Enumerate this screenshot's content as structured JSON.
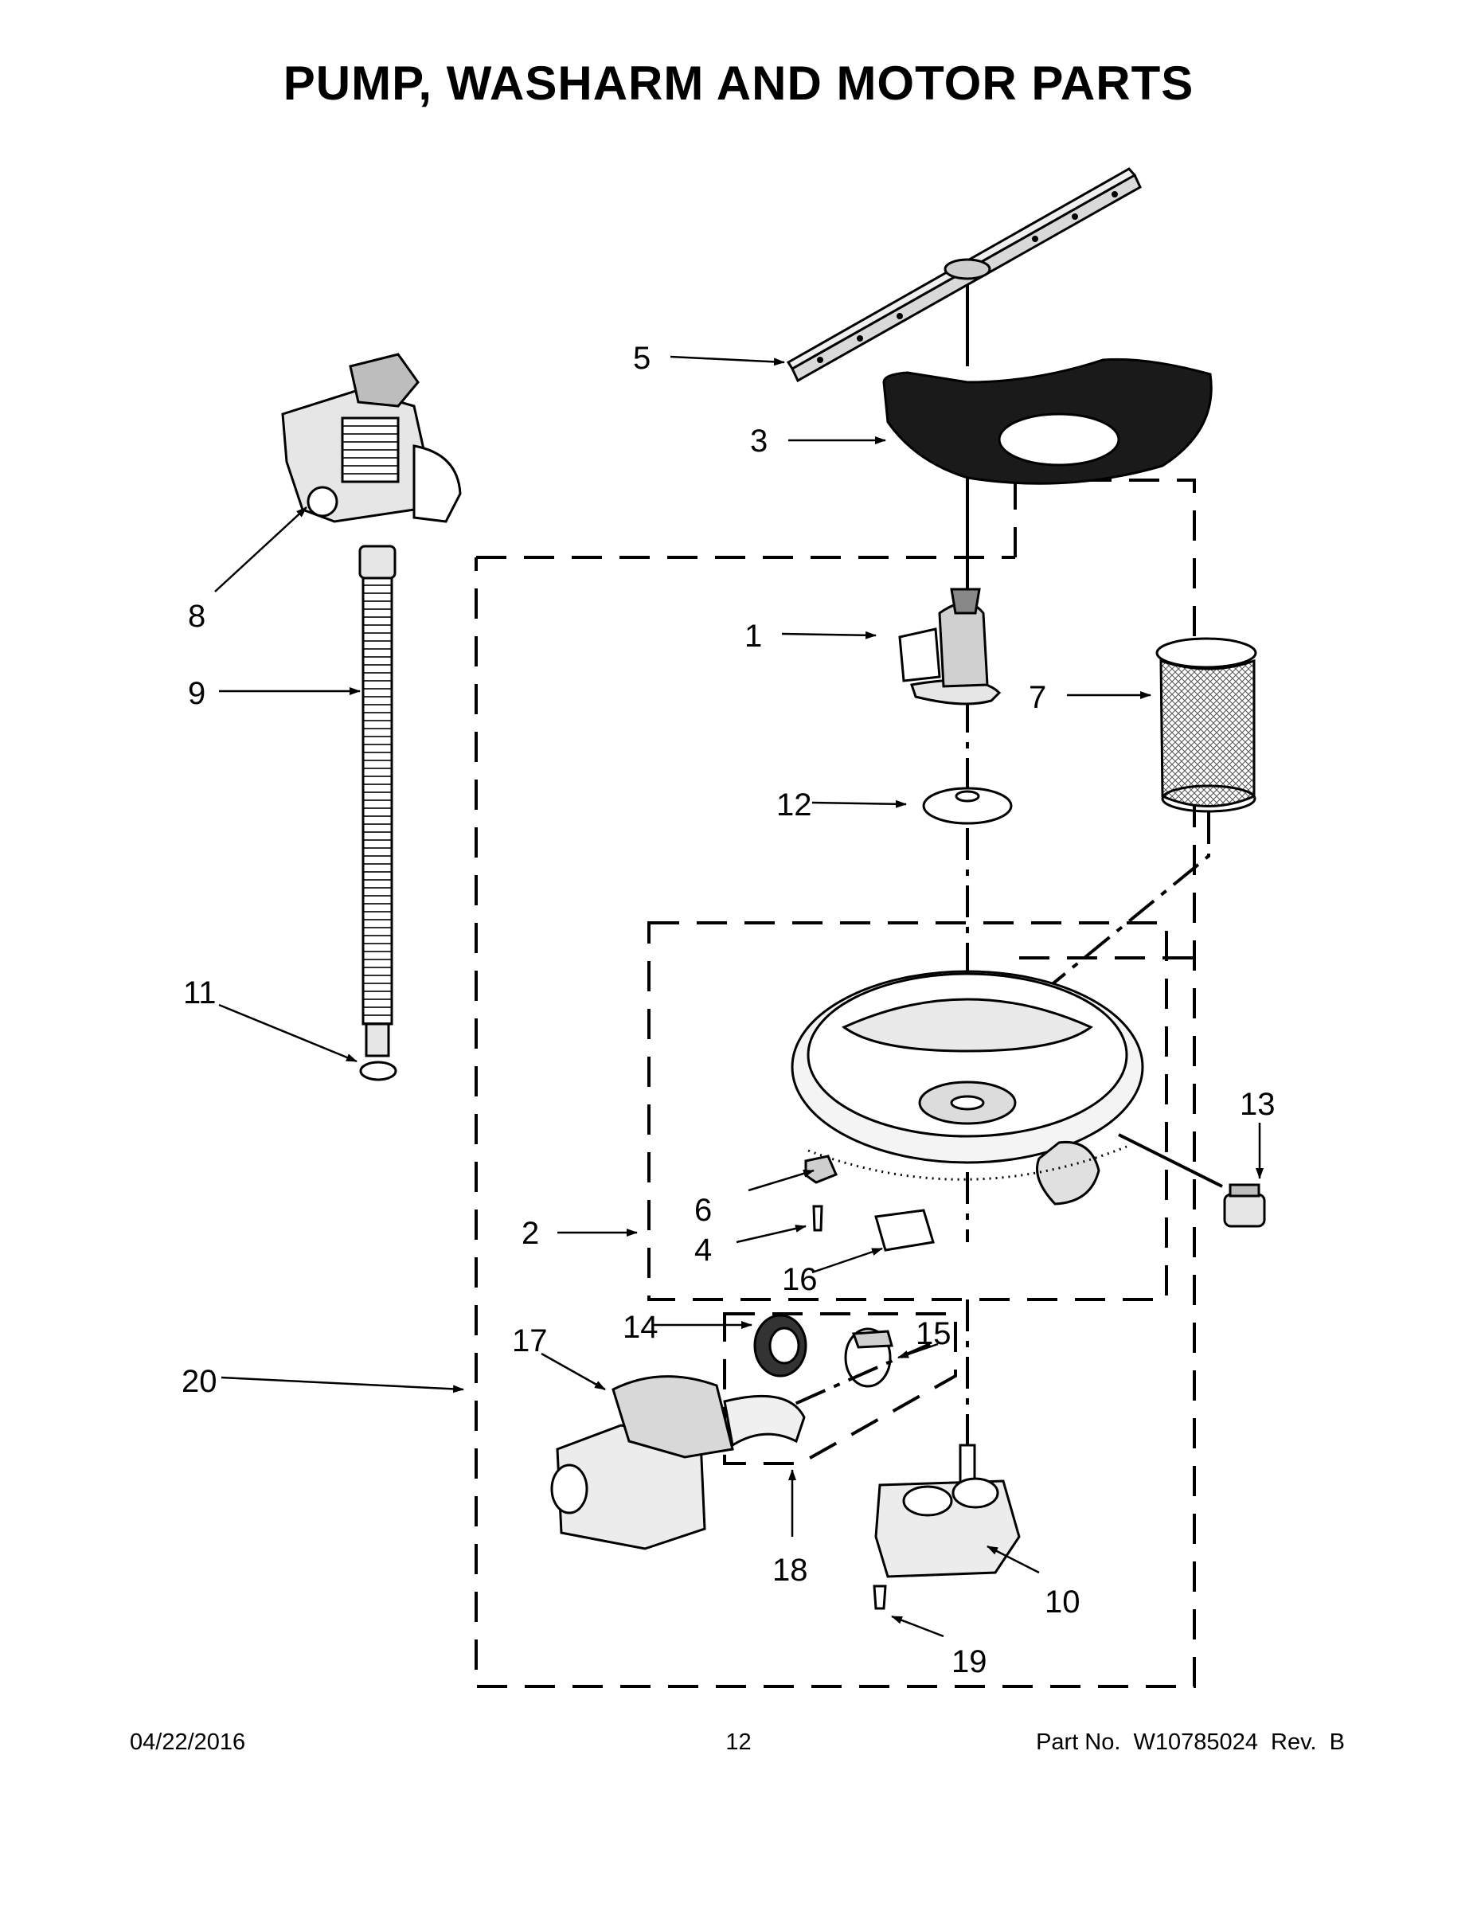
{
  "title": "PUMP, WASHARM AND MOTOR PARTS",
  "footer": {
    "date": "04/22/2016",
    "page": "12",
    "part_number": "Part No.  W10785024  Rev.  B"
  },
  "callouts": {
    "c1": "1",
    "c2": "2",
    "c3": "3",
    "c4": "4",
    "c5": "5",
    "c6": "6",
    "c7": "7",
    "c8": "8",
    "c9": "9",
    "c10": "10",
    "c11": "11",
    "c12": "12",
    "c13": "13",
    "c14": "14",
    "c15": "15",
    "c16": "16",
    "c17": "17",
    "c18": "18",
    "c19": "19",
    "c20": "20"
  }
}
